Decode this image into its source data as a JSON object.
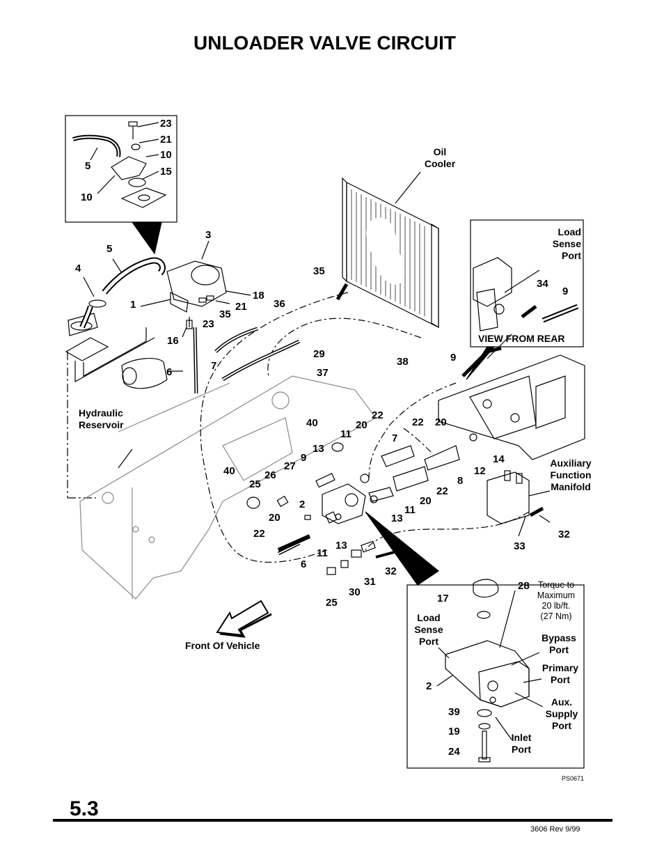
{
  "title": "UNLOADER VALVE CIRCUIT",
  "section_number": "5.3",
  "doc_ref": "3606   Rev   9/99",
  "figure_id": "PS0671",
  "callouts": {
    "c1": "1",
    "c2": "2",
    "c2b": "2",
    "c3": "3",
    "c4": "4",
    "c5": "5",
    "c5b": "5",
    "c6": "6",
    "c6b": "6",
    "c7": "7",
    "c7b": "7",
    "c8": "8",
    "c9": "9",
    "c9b": "9",
    "c9c": "9",
    "c10": "10",
    "c10b": "10",
    "c11": "11",
    "c11b": "11",
    "c11c": "11",
    "c12": "12",
    "c13": "13",
    "c13b": "13",
    "c13c": "13",
    "c14": "14",
    "c15": "15",
    "c16": "16",
    "c17": "17",
    "c18": "18",
    "c19": "19",
    "c20": "20",
    "c20b": "20",
    "c20c": "20",
    "c20d": "20",
    "c21": "21",
    "c21b": "21",
    "c22": "22",
    "c22b": "22",
    "c22c": "22",
    "c22d": "22",
    "c23": "23",
    "c23b": "23",
    "c24": "24",
    "c25": "25",
    "c25b": "25",
    "c26": "26",
    "c27": "27",
    "c28": "28",
    "c29": "29",
    "c30": "30",
    "c31": "31",
    "c32": "32",
    "c32b": "32",
    "c33": "33",
    "c34": "34",
    "c35": "35",
    "c35b": "35",
    "c36": "36",
    "c37": "37",
    "c38": "38",
    "c39": "39",
    "c40": "40",
    "c40b": "40"
  },
  "labels": {
    "oil_cooler": "Oil\nCooler",
    "hydraulic_reservoir": "Hydraulic\nReservoir",
    "load_sense_port_rear": "Load\nSense\nPort",
    "view_from_rear": "VIEW FROM REAR",
    "aux_function_manifold": "Auxiliary\nFunction\nManifold",
    "front_of_vehicle": "Front Of Vehicle",
    "load_sense_port": "Load\nSense\nPort",
    "bypass_port": "Bypass\nPort",
    "primary_port": "Primary\nPort",
    "aux_supply_port": "Aux.\nSupply\nPort",
    "inlet_port": "Inlet\nPort",
    "torque_note": "Torque to\nMaximum\n20 lb/ft.\n(27 Nm)"
  },
  "colors": {
    "ink": "#000000",
    "paper": "#ffffff",
    "gray": "#9a9a9a"
  }
}
